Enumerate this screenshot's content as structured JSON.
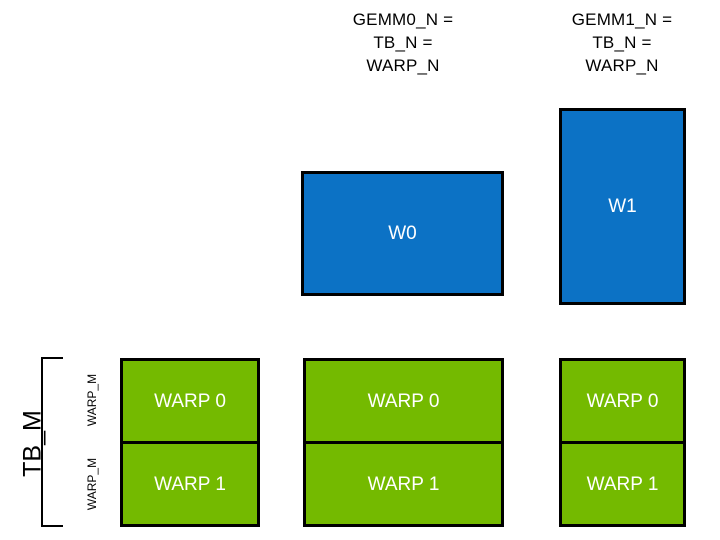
{
  "diagram": {
    "title_captions": [
      {
        "id": "gemm0",
        "text": "GEMM0_N =\nTB_N =\nWARP_N"
      },
      {
        "id": "gemm1",
        "text": "GEMM1_N =\nTB_N =\nWARP_N"
      }
    ],
    "warp_blocks": [
      {
        "id": "w0",
        "label": "W0"
      },
      {
        "id": "w1",
        "label": "W1"
      }
    ],
    "warp_columns": [
      {
        "id": "col0",
        "cells": [
          "WARP 0",
          "WARP 1"
        ]
      },
      {
        "id": "col1",
        "cells": [
          "WARP 0",
          "WARP 1"
        ]
      },
      {
        "id": "col2",
        "cells": [
          "WARP 0",
          "WARP 1"
        ]
      }
    ],
    "axis_labels": {
      "tb_m": "TB_M",
      "warp_m_top": "WARP_M",
      "warp_m_bottom": "WARP_M"
    },
    "colors": {
      "blue_block": "#0c72c5",
      "green_block": "#74ba00",
      "outline": "#000000",
      "label_text": "#ffffff",
      "caption_text": "#000000",
      "background": "#ffffff"
    }
  }
}
